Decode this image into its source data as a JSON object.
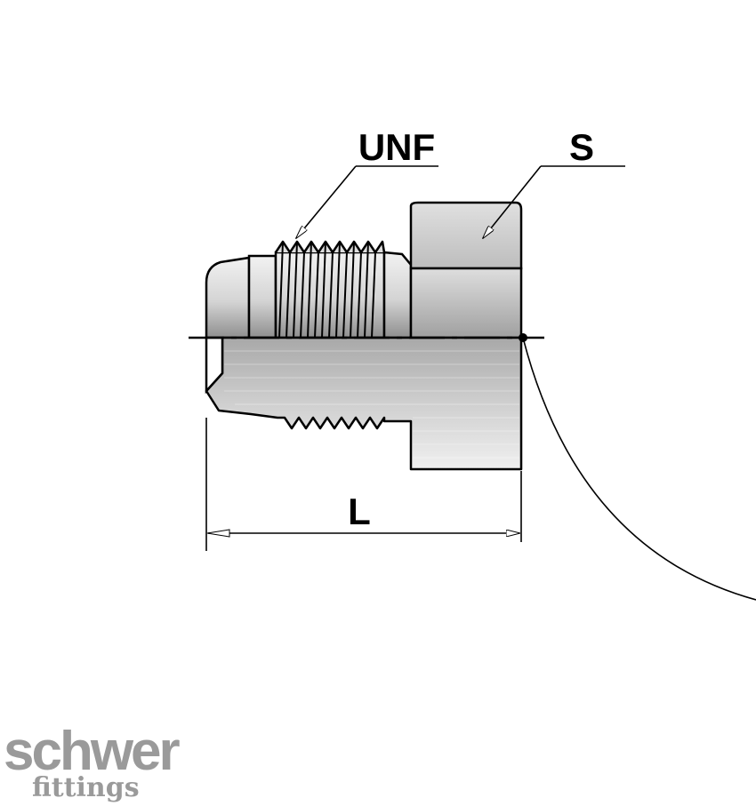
{
  "labels": {
    "thread": "UNF",
    "hex": "S",
    "length": "L"
  },
  "logo": {
    "line1": "schwer",
    "line2": "fittings"
  },
  "colors": {
    "outline": "#000000",
    "metal_light": "#e6e6e6",
    "metal_dark": "#9e9e9e",
    "logo": "#9a9a9a"
  }
}
